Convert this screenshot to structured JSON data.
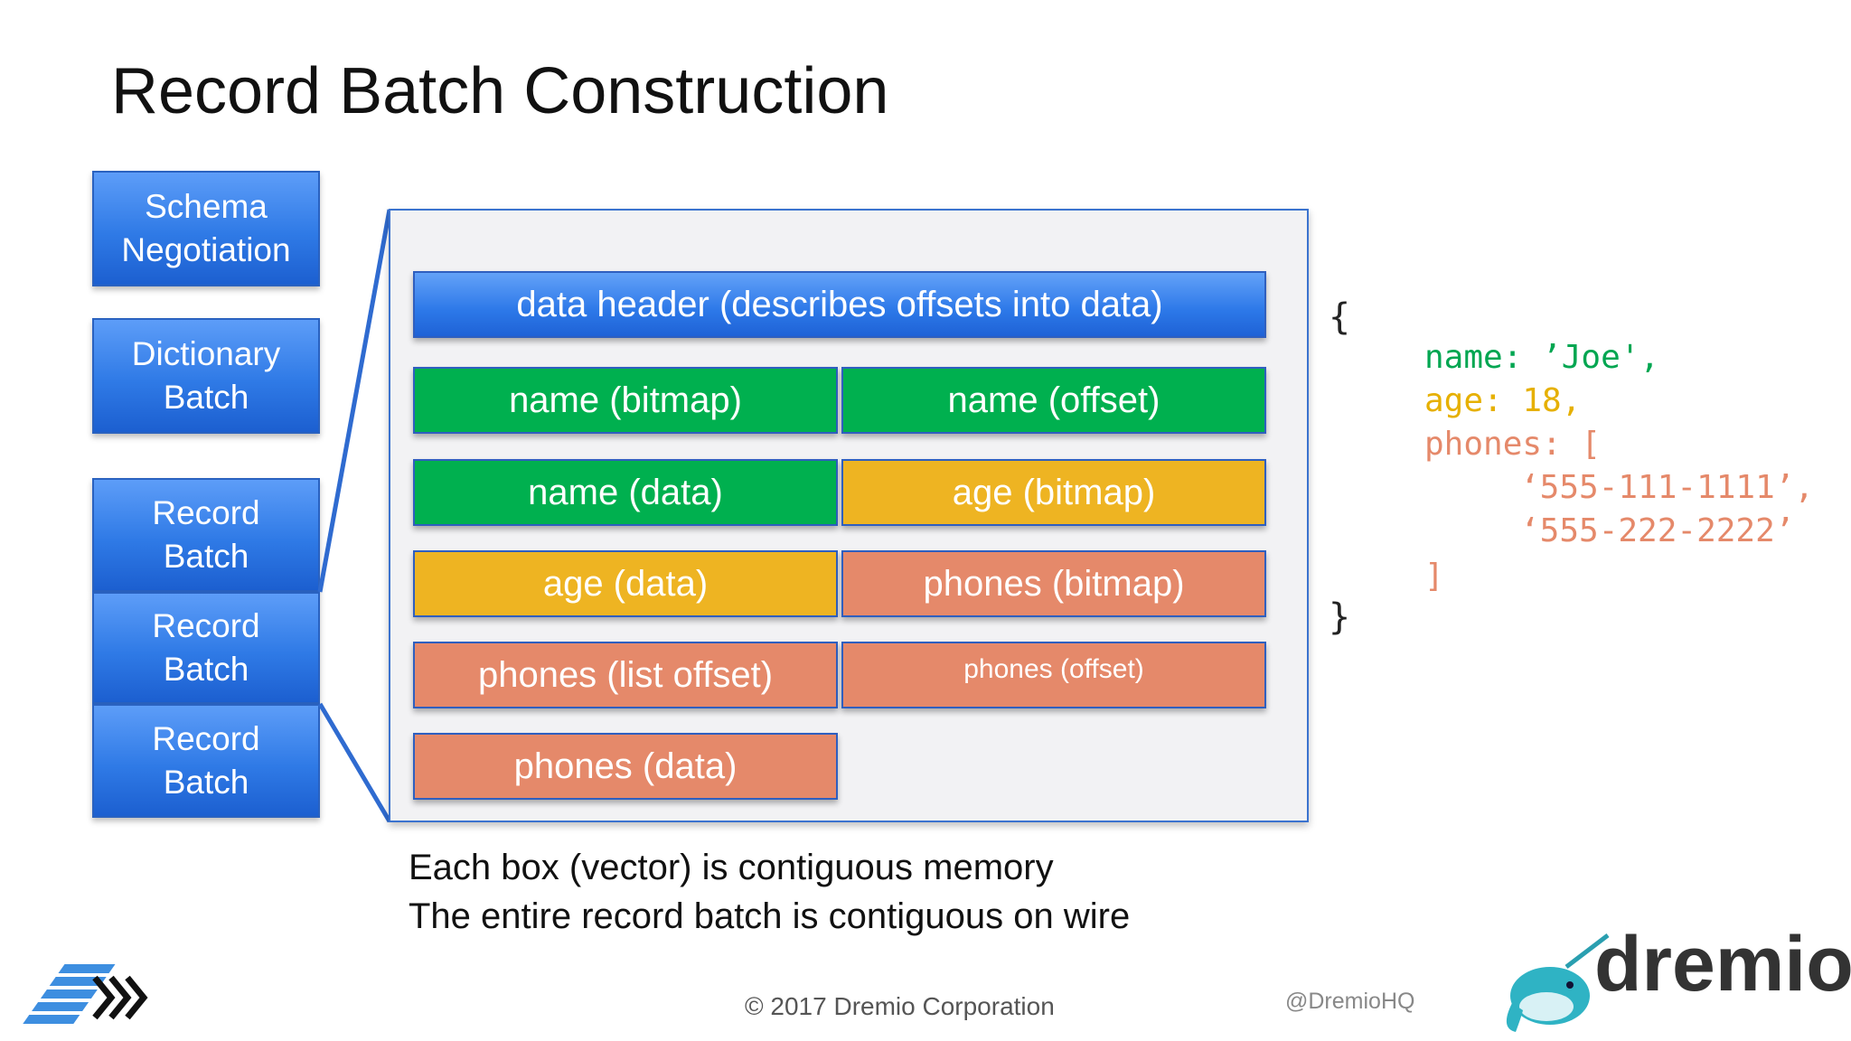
{
  "title": "Record Batch Construction",
  "sidebar": {
    "schema": [
      "Schema",
      "Negotiation"
    ],
    "dictionary": [
      "Dictionary",
      "Batch"
    ],
    "record_batches": [
      [
        "Record",
        "Batch"
      ],
      [
        "Record",
        "Batch"
      ],
      [
        "Record",
        "Batch"
      ]
    ]
  },
  "vectors": {
    "header": "data header (describes offsets into data)",
    "name_bitmap": "name (bitmap)",
    "name_offset": "name (offset)",
    "name_data": "name (data)",
    "age_bitmap": "age (bitmap)",
    "age_data": "age (data)",
    "phones_bitmap": "phones (bitmap)",
    "phones_list_offset": "phones (list offset)",
    "phones_offset": "phones (offset)",
    "phones_data": "phones (data)"
  },
  "json_example": {
    "open_brace": "{",
    "name_line": "name: ’Joe',",
    "age_line": "age: 18,",
    "phones_line": "phones: [",
    "phone1": "‘555-111-1111’,",
    "phone2": "‘555-222-2222’",
    "close_bracket": "]",
    "close_brace": "}"
  },
  "notes": [
    "Each box (vector) is contiguous memory",
    "The entire record batch is contiguous on wire"
  ],
  "footer": {
    "copyright": "© 2017 Dremio Corporation",
    "handle": "@DremioHQ",
    "brand": "dremio"
  },
  "colors": {
    "blue": "#2c78e8",
    "green": "#00b04f",
    "yellow": "#eeb422",
    "salmon": "#e5896a",
    "json_name": "#00a651",
    "json_age": "#e6b000",
    "json_phones": "#e5896a"
  }
}
